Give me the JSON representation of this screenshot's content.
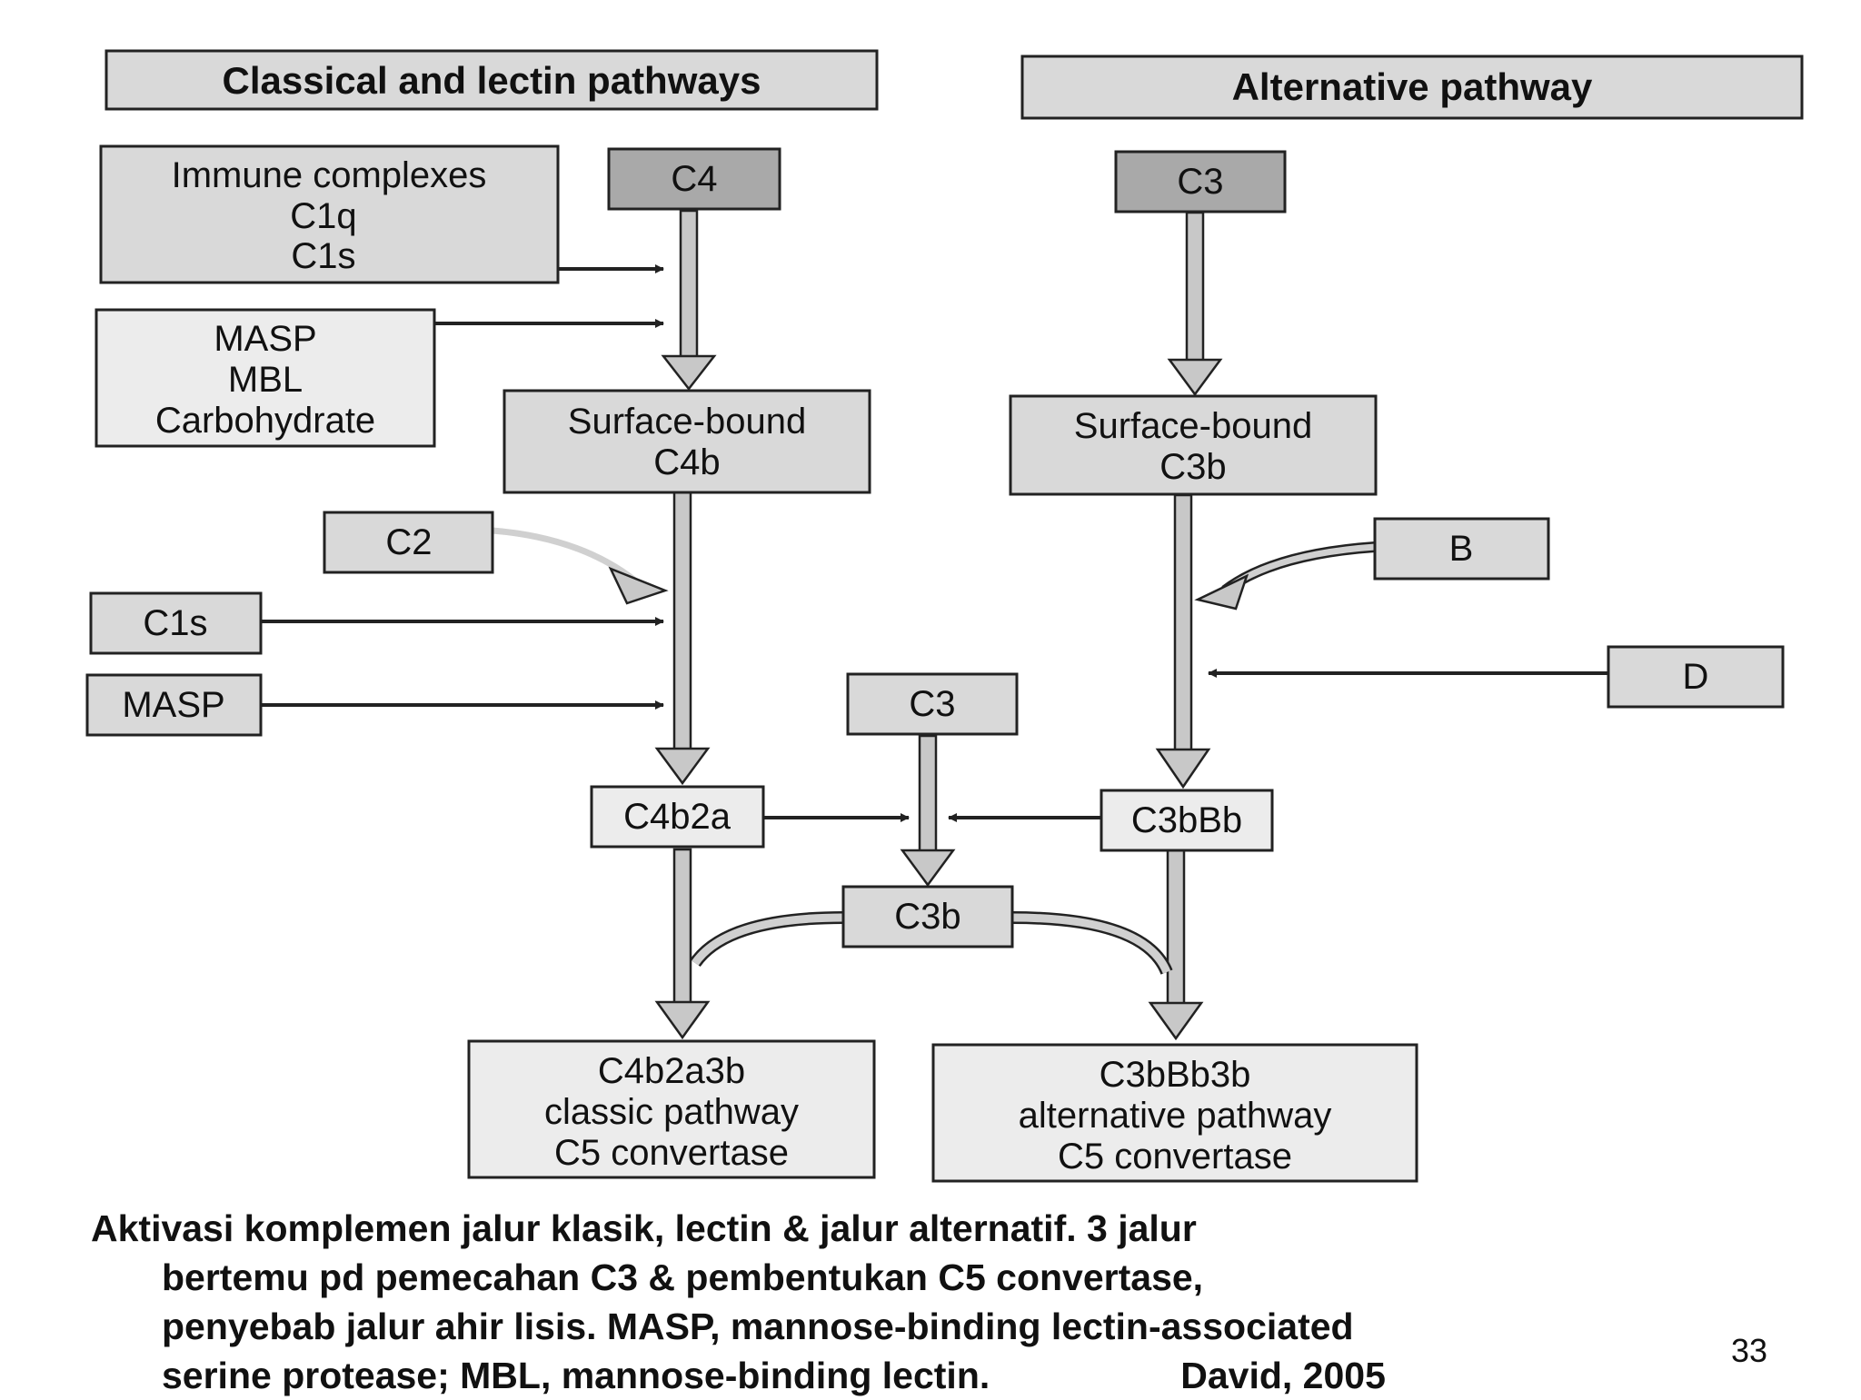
{
  "headers": {
    "classical": "Classical and lectin pathways",
    "alternative": "Alternative pathway"
  },
  "boxes": {
    "immune_complexes": [
      "Immune complexes",
      "C1q",
      "C1s"
    ],
    "c4": "C4",
    "masp_mbl": [
      "MASP",
      "MBL",
      "Carbohydrate"
    ],
    "surface_c4b": [
      "Surface-bound",
      "C4b"
    ],
    "c2": "C2",
    "c1s": "C1s",
    "masp": "MASP",
    "c4b2a": "C4b2a",
    "c3_middle": "C3",
    "c3b": "C3b",
    "c3_top": "C3",
    "surface_c3b": [
      "Surface-bound",
      "C3b"
    ],
    "b": "B",
    "d": "D",
    "c3bbb": "C3bBb",
    "classic_convertase": [
      "C4b2a3b",
      "classic pathway",
      "C5 convertase"
    ],
    "alternative_convertase": [
      "C3bBb3b",
      "alternative pathway",
      "C5 convertase"
    ]
  },
  "caption": {
    "line1": "Aktivasi komplemen jalur klasik, lectin & jalur alternatif. 3 jalur",
    "line2": "bertemu pd pemecahan C3 & pembentukan C5 convertase,",
    "line3": "penyebab jalur ahir lisis. MASP, mannose-binding lectin-associated",
    "line4": "serine protease; MBL, mannose-binding lectin.",
    "source": "David, 2005"
  },
  "page_number": "33"
}
